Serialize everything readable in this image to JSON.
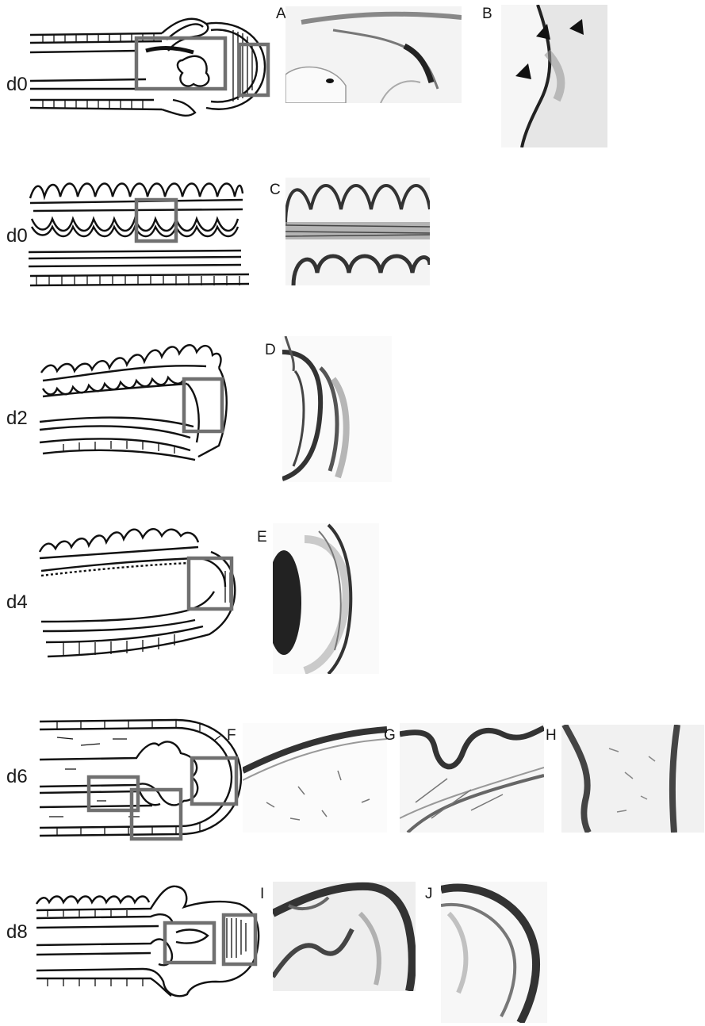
{
  "rows": [
    {
      "day": "d0",
      "panels": [
        "A",
        "B"
      ]
    },
    {
      "day": "d0",
      "panels": [
        "C"
      ]
    },
    {
      "day": "d2",
      "panels": [
        "D"
      ]
    },
    {
      "day": "d4",
      "panels": [
        "E"
      ]
    },
    {
      "day": "d6",
      "panels": [
        "F",
        "G",
        "H"
      ]
    },
    {
      "day": "d8",
      "panels": [
        "I",
        "J"
      ]
    }
  ],
  "colors": {
    "box": "#707070",
    "ink": "#111111",
    "stain": "#888888",
    "paper": "#ffffff"
  }
}
